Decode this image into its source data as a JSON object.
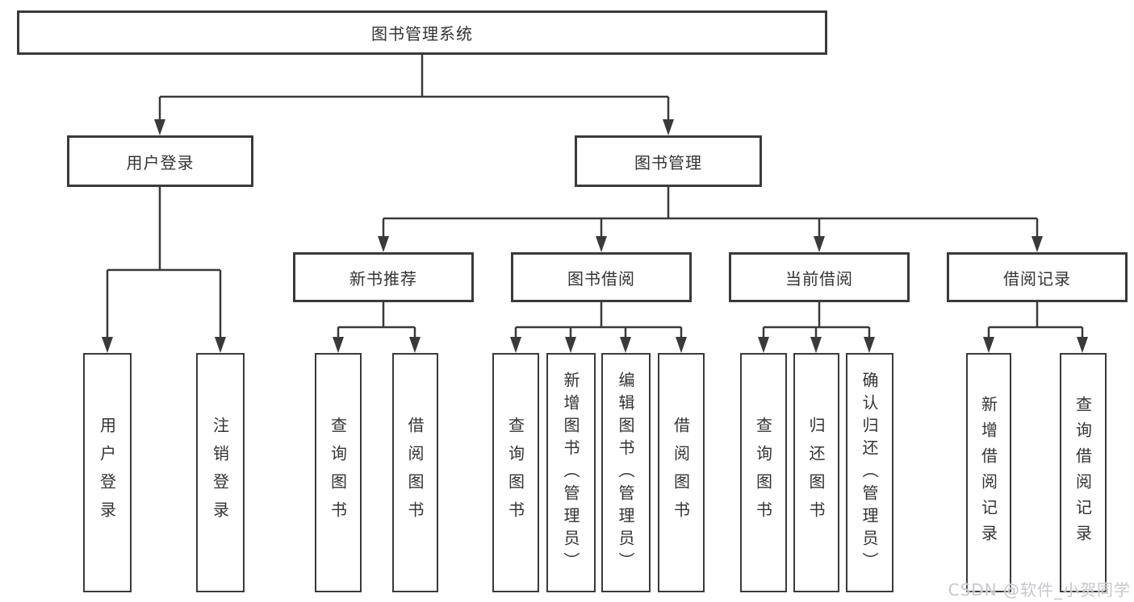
{
  "tree": {
    "root": {
      "label": "图书管理系统"
    },
    "branches": [
      {
        "label": "用户登录",
        "children": [
          {
            "label": "用户登录"
          },
          {
            "label": "注销登录"
          }
        ]
      },
      {
        "label": "图书管理",
        "children": [
          {
            "label": "新书推荐",
            "children": [
              {
                "label": "查询图书"
              },
              {
                "label": "借阅图书"
              }
            ]
          },
          {
            "label": "图书借阅",
            "children": [
              {
                "label": "查询图书"
              },
              {
                "label": "新增图书（管理员）"
              },
              {
                "label": "编辑图书（管理员）"
              },
              {
                "label": "借阅图书"
              }
            ]
          },
          {
            "label": "当前借阅",
            "children": [
              {
                "label": "查询图书"
              },
              {
                "label": "归还图书"
              },
              {
                "label": "确认归还（管理员）"
              }
            ]
          },
          {
            "label": "借阅记录",
            "children": [
              {
                "label": "新增借阅记录"
              },
              {
                "label": "查询借阅记录"
              }
            ]
          }
        ]
      }
    ]
  },
  "watermark": "CSDN @软件_小贺同学",
  "colors": {
    "line": "#3a3a3a",
    "text": "#333333",
    "watermark": "#c4c8ce",
    "background": "#ffffff"
  }
}
